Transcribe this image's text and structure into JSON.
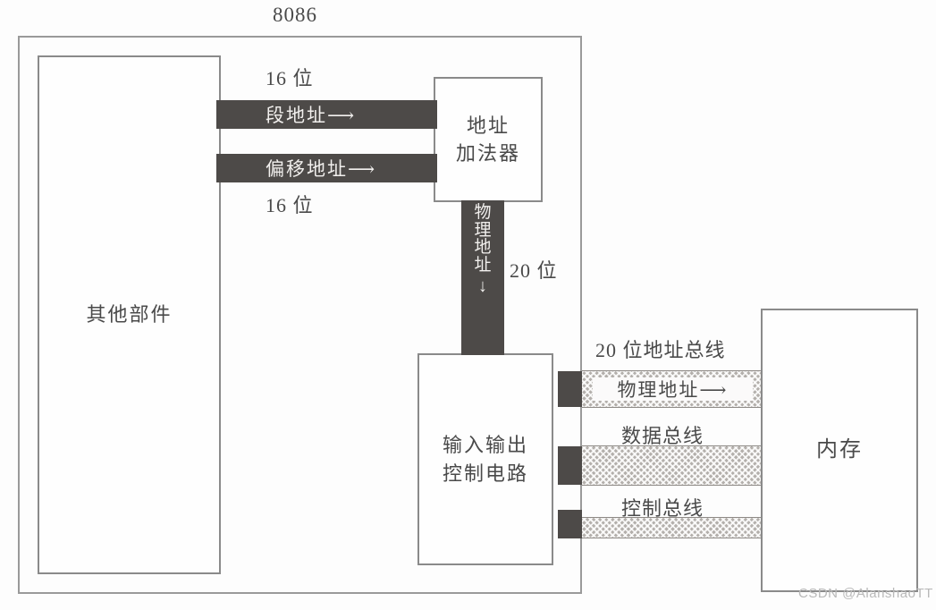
{
  "title": "8086",
  "cpu": {
    "other_components": "其他部件",
    "address_adder_line1": "地址",
    "address_adder_line2": "加法器",
    "io_control_line1": "输入输出",
    "io_control_line2": "控制电路"
  },
  "bands": {
    "segment_address": "段地址",
    "segment_arrow": "⟶",
    "offset_address": "偏移地址",
    "offset_arrow": "⟶",
    "physical_address_chars": [
      "物",
      "理",
      "地",
      "址"
    ],
    "physical_address_arrow": "↓"
  },
  "labels": {
    "bits_16_top": "16 位",
    "bits_16_bottom": "16 位",
    "bits_20": "20 位"
  },
  "buses": {
    "address_caption": "20 位地址总线",
    "address_band_label": "物理地址⟶",
    "data_caption": "数据总线",
    "control_caption": "控制总线"
  },
  "memory": {
    "label": "内存"
  },
  "watermark": "CSDN @AlanshaoTT"
}
